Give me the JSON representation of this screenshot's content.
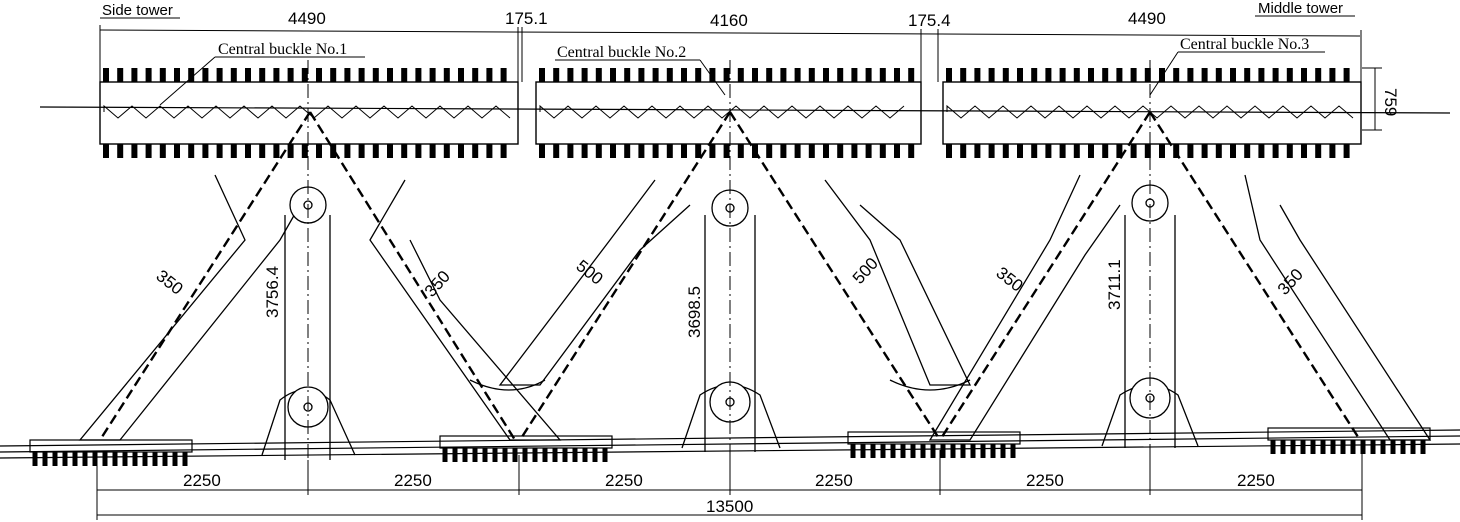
{
  "labels": {
    "side_tower": "Side tower",
    "middle_tower": "Middle tower",
    "buckle_1": "Central buckle No.1",
    "buckle_2": "Central buckle No.2",
    "buckle_3": "Central buckle No.3"
  },
  "top_dimensions": {
    "seg_1": "4490",
    "gap_1": "175.1",
    "seg_2": "4160",
    "gap_2": "175.4",
    "seg_3": "4490",
    "right_height": "759"
  },
  "bottom_dimensions": {
    "spans": [
      "2250",
      "2250",
      "2250",
      "2250",
      "2250",
      "2250"
    ],
    "total": "13500"
  },
  "vertical_dimensions": {
    "v1": "3756.4",
    "v2": "3698.5",
    "v3": "3711.1"
  },
  "leg_widths": {
    "w1": "350",
    "w2": "350",
    "w3": "500",
    "w4": "500",
    "w5": "350",
    "w6": "350"
  }
}
